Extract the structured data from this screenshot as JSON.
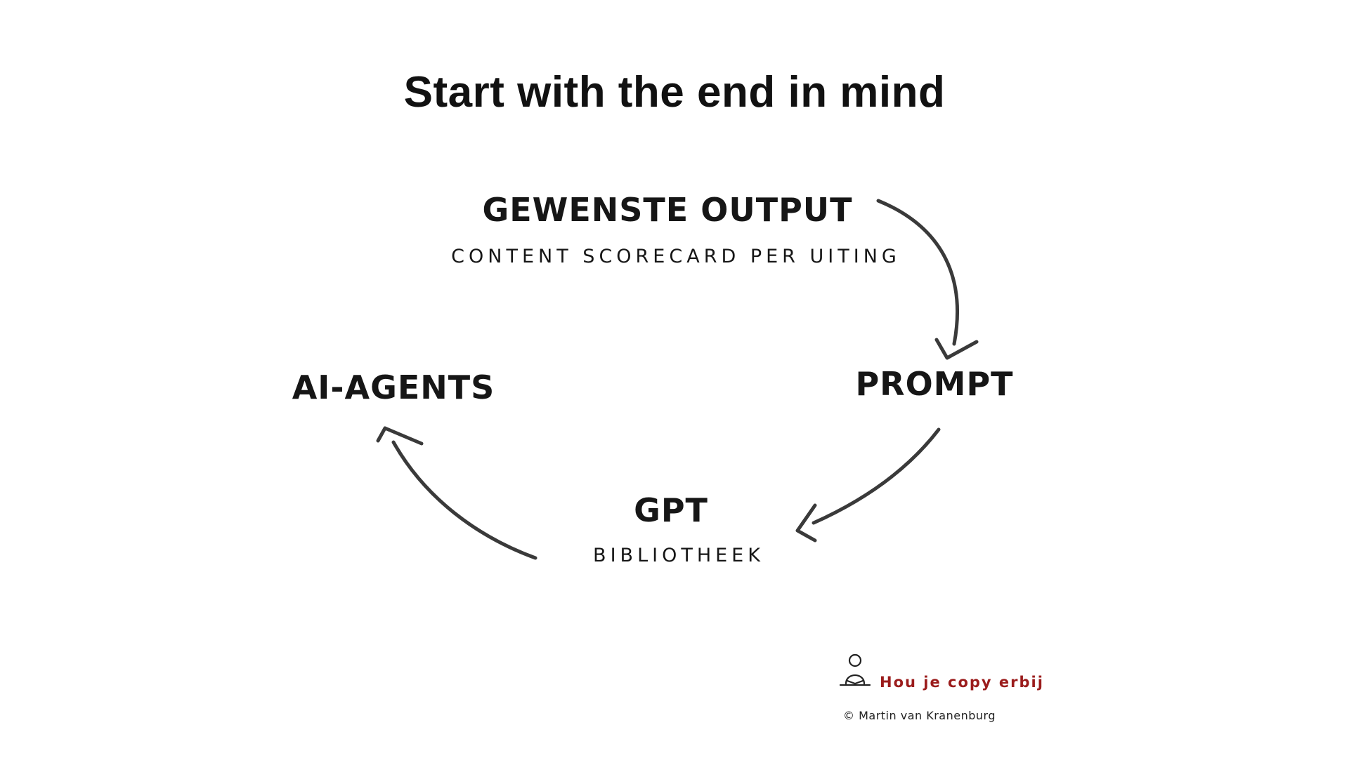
{
  "title": "Start with the end in mind",
  "nodes": {
    "output": {
      "label": "GEWENSTE OUTPUT",
      "sub": "CONTENT SCORECARD PER UITING"
    },
    "prompt": {
      "label": "PROMPT"
    },
    "gpt": {
      "label": "GPT",
      "sub": "BIBLIOTHEEK"
    },
    "agents": {
      "label": "AI-AGENTS"
    }
  },
  "branding": {
    "tagline": "Hou je copy erbij",
    "credit": "© Martin van Kranenburg",
    "tagline_color": "#9b1c1c"
  }
}
